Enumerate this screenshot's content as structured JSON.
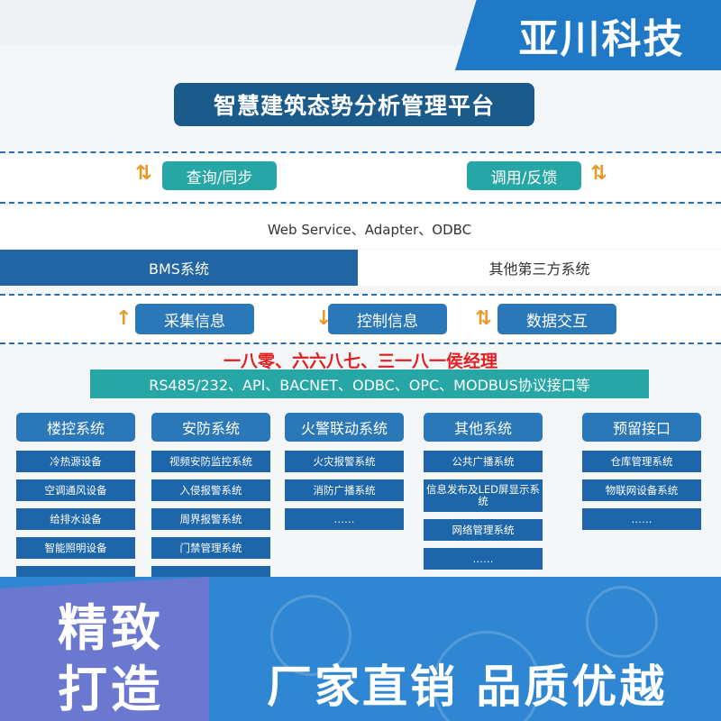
{
  "brand": "亚川科技",
  "platform_title": "智慧建筑态势分析管理平台",
  "sync": {
    "left_label": "查询/同步",
    "right_label": "调用/反馈"
  },
  "interface_line": "Web Service、Adapter、ODBC",
  "systems": {
    "bms": "BMS系统",
    "third_party": "其他第三方系统"
  },
  "data_ops": {
    "collect": "采集信息",
    "control": "控制信息",
    "exchange": "数据交互"
  },
  "contact": "一八零、六六八七、三一八一侯经理",
  "protocols": "RS485/232、API、BACNET、ODBC、OPC、MODBUS协议接口等",
  "columns": [
    {
      "head": "楼控系统",
      "items": [
        "冷热源设备",
        "空调通风设备",
        "给排水设备",
        "智能照明设备",
        ""
      ]
    },
    {
      "head": "安防系统",
      "items": [
        "视频安防监控系统",
        "入侵报警系统",
        "周界报警系统",
        "门禁管理系统",
        "……"
      ]
    },
    {
      "head": "火警联动系统",
      "items": [
        "火灾报警系统",
        "消防广播系统",
        "……"
      ]
    },
    {
      "head": "其他系统",
      "items": [
        "公共广播系统",
        "信息发布及LED屏显示系统",
        "网络管理系统",
        "……"
      ]
    },
    {
      "head": "预留接口",
      "items": [
        "仓库管理系统",
        "物联网设备系统",
        "……"
      ]
    }
  ],
  "banner": {
    "left_top": "精致",
    "left_bottom": "打造",
    "right": "厂家直销 品质优越"
  },
  "colors": {
    "navy": "#1b5b8c",
    "teal": "#26a7a5",
    "blue": "#2b78b8",
    "accent_red": "#e02020",
    "arrow_orange": "#e59a2b"
  }
}
